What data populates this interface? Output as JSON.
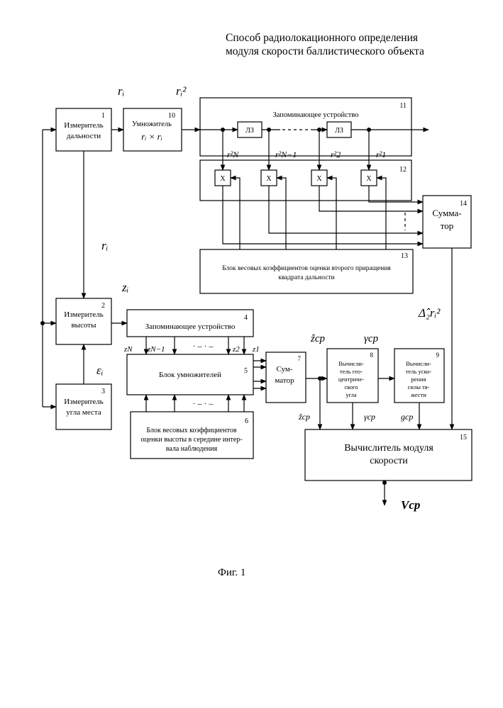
{
  "title": {
    "line1": "Способ радиолокационного определения",
    "line2": "модуля скорости баллистического объекта"
  },
  "blocks": {
    "b1": {
      "num": "1",
      "lines": [
        "Измеритель",
        "дальности"
      ]
    },
    "b2": {
      "num": "2",
      "lines": [
        "Измеритель",
        "высоты"
      ]
    },
    "b3": {
      "num": "3",
      "lines": [
        "Измеритель",
        "угла места"
      ]
    },
    "b4": {
      "num": "4",
      "lines": [
        "Запоминающее устройство"
      ]
    },
    "b5": {
      "num": "5",
      "lines": [
        "Блок умножителей"
      ]
    },
    "b6": {
      "num": "6",
      "lines": [
        "Блок весовых коэффициентов",
        "оценки высоты в середине интер-",
        "вала наблюдения"
      ]
    },
    "b7": {
      "num": "7",
      "lines": [
        "Сум-",
        "матор"
      ]
    },
    "b8": {
      "num": "8",
      "lines": [
        "Вычисли-",
        "тель гео-",
        "центриче-",
        "ского",
        "угла"
      ]
    },
    "b9": {
      "num": "9",
      "lines": [
        "Вычисли-",
        "тель уско-",
        "рения",
        "силы тя-",
        "жести"
      ]
    },
    "b10": {
      "num": "10",
      "lines": [
        "Умножитель",
        "rᵢ × rᵢ"
      ]
    },
    "b11": {
      "num": "11",
      "lines": [
        "Запоминающее устройство"
      ]
    },
    "b12": {
      "num": "12",
      "lines": []
    },
    "b13": {
      "num": "13",
      "lines": [
        "Блок весовых коэффициентов оценки второго приращения",
        "квадрата дальности"
      ]
    },
    "b14": {
      "num": "14",
      "lines": [
        "Сумма-",
        "тор"
      ]
    },
    "b15": {
      "num": "15",
      "lines": [
        "Вычислитель модуля",
        "скорости"
      ]
    }
  },
  "delay_label": "ЛЗ",
  "mult_label": "X",
  "ellipsis": "· – · –",
  "signals": {
    "r_i": "rᵢ",
    "r_i_sq": "rᵢ²",
    "r_i_mid": "rᵢ",
    "z_i": "zᵢ",
    "eps_i": "εᵢ",
    "rN_sq": "r²N",
    "rN1_sq": "r²N−1",
    "r2_sq": "r²2",
    "r1_sq": "r²1",
    "zN": "zN",
    "zN1": "zN−1",
    "z2": "z2",
    "z1": "z1",
    "z_cp_top": "ẑср",
    "gamma_top": "γср",
    "z_cp_bot": "ẑср",
    "gamma_bot": "γср",
    "g_cp": "gср",
    "delta": "Δ̂₂rᵢ²",
    "v_cp": "Vср"
  },
  "caption": "Фиг. 1"
}
